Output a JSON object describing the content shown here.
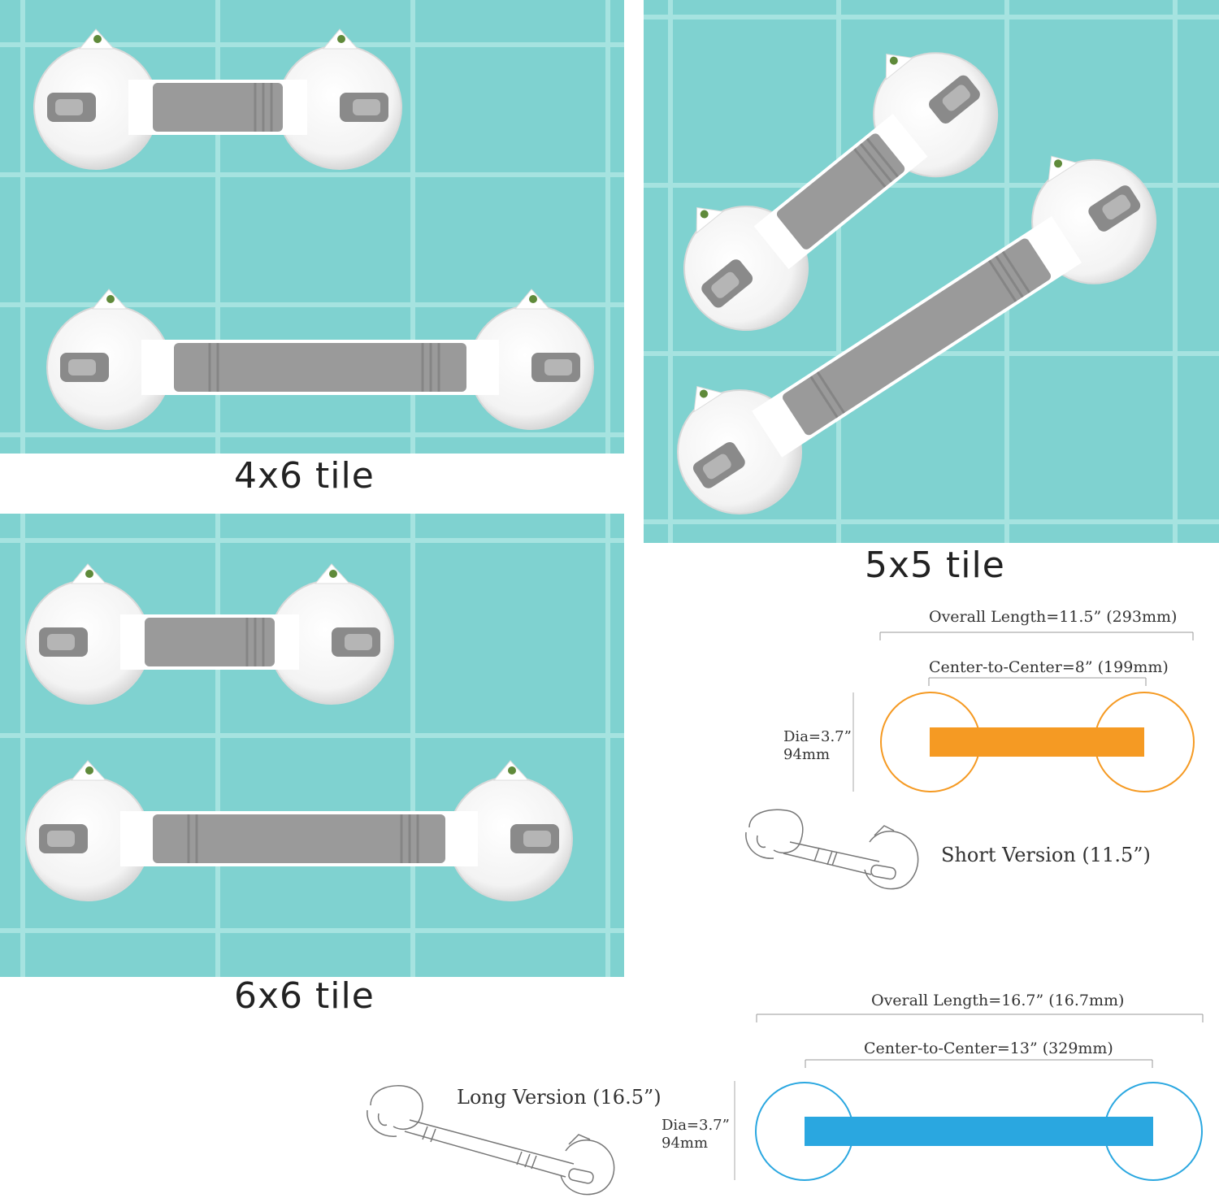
{
  "captions": {
    "tile_4x6": "4x6 tile",
    "tile_5x5": "5x5 tile",
    "tile_6x6": "6x6 tile"
  },
  "short_version": {
    "title": "Short Version (11.5”)",
    "overall_length": "Overall Length=11.5” (293mm)",
    "center_to_center": "Center-to-Center=8” (199mm)",
    "dia_line1": "Dia=3.7”",
    "dia_line2": "94mm",
    "bar_color": "#f59a23"
  },
  "long_version": {
    "title": "Long Version (16.5”)",
    "overall_length": "Overall Length=16.7” (16.7mm)",
    "center_to_center": "Center-to-Center=13” (329mm)",
    "dia_line1": "Dia=3.7”",
    "dia_line2": "94mm",
    "bar_color": "#2aa7e0"
  },
  "colors": {
    "tile": "#7ecfce",
    "grout": "#9fe0dd",
    "grip": "#9a9a9a",
    "suction_cup": "#ffffff"
  }
}
